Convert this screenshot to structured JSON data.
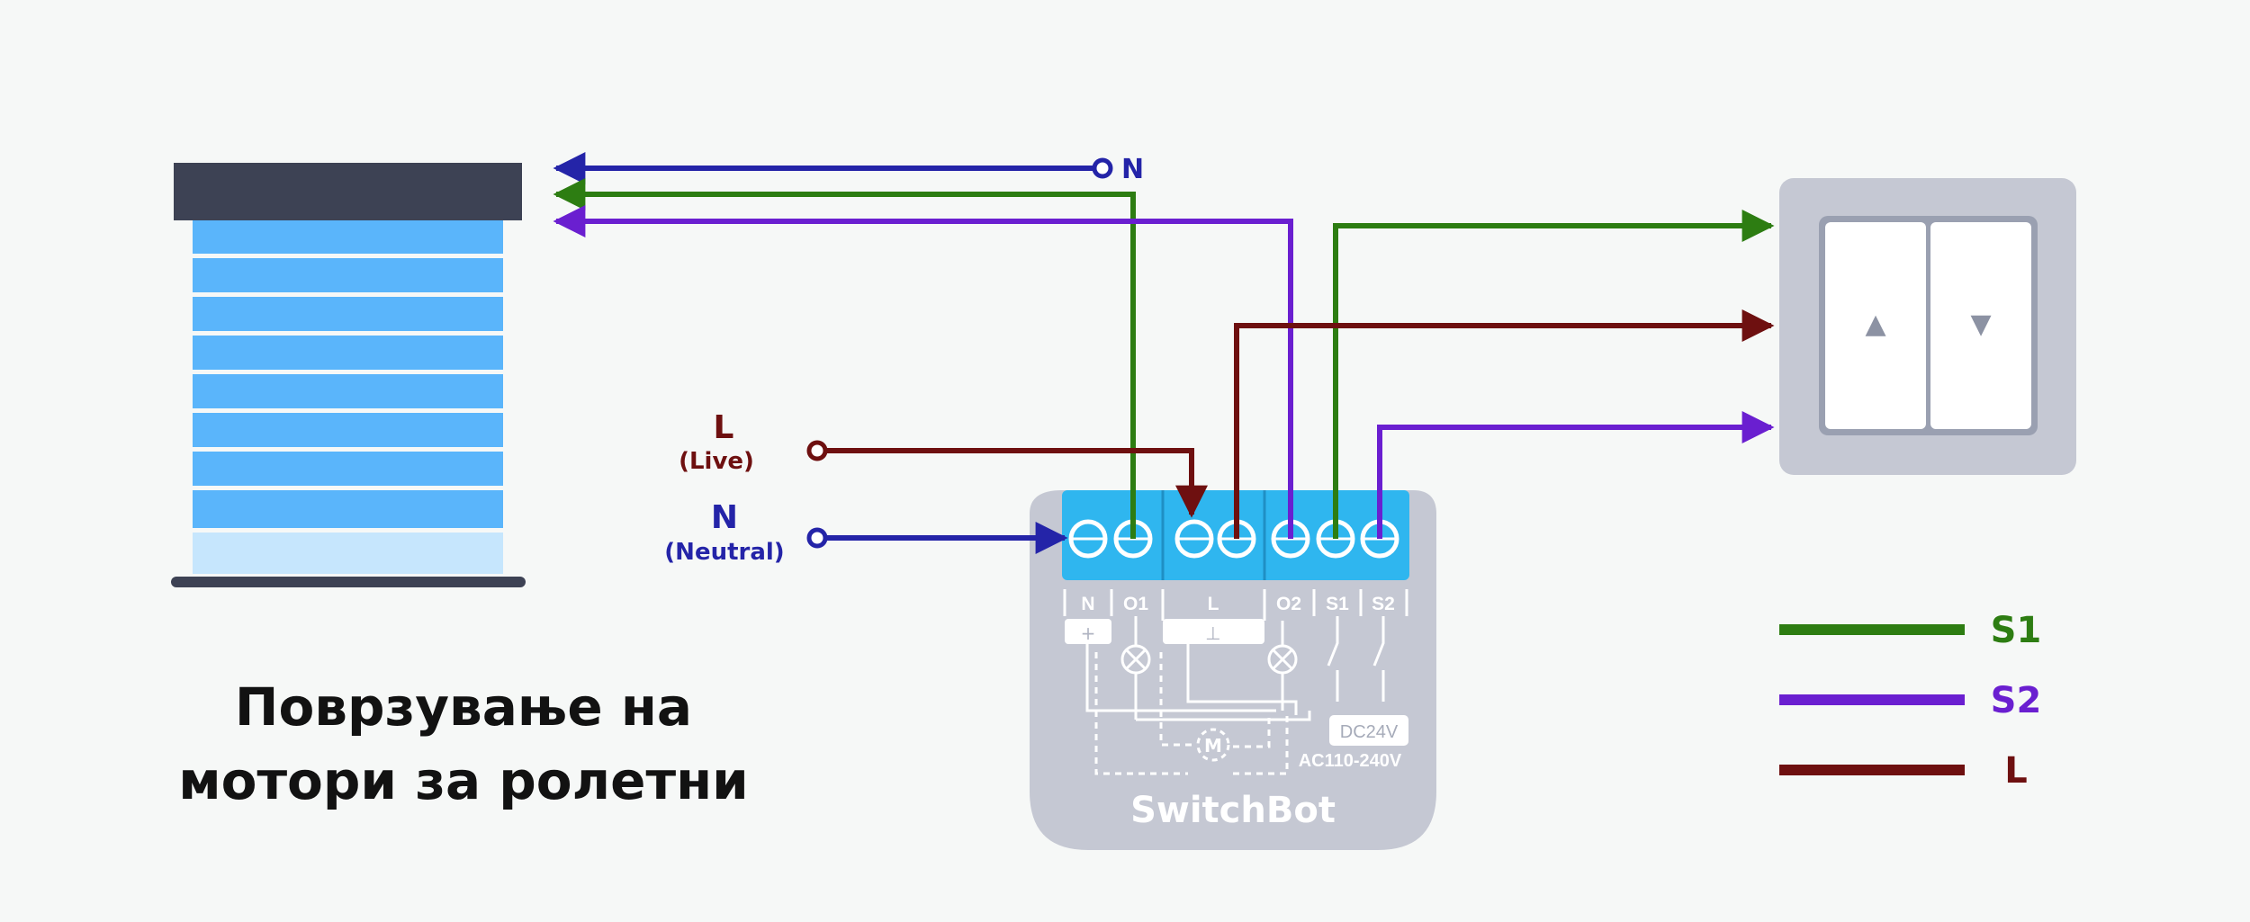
{
  "colors": {
    "s1": "#2d7d12",
    "s2": "#6a1fd0",
    "live": "#6e1010",
    "neutral": "#2424a8",
    "terminal": "#2fb6ef",
    "device": "#c5c8d3",
    "blind_slat": "#5ab5fb",
    "blind_head": "#3d4254"
  },
  "wire_labels": {
    "neutral_top": "N",
    "live_letter": "L",
    "live_word": "(Live)",
    "neutral_letter": "N",
    "neutral_word": "(Neutral)"
  },
  "device": {
    "terminals": [
      "N",
      "O1",
      "L",
      "O2",
      "S1",
      "S2"
    ],
    "dc_label": "DC24V",
    "ac_label": "AC110-240V",
    "motor_label": "M",
    "plus_sign": "+",
    "ground_sign": "⊥",
    "brand": "SwitchBot"
  },
  "switch_panel": {
    "up_symbol": "▲",
    "down_symbol": "▼"
  },
  "legend": [
    {
      "label": "S1",
      "color": "#2d7d12"
    },
    {
      "label": "S2",
      "color": "#6a1fd0"
    },
    {
      "label": "L",
      "color": "#6e1010"
    }
  ],
  "caption": {
    "line1": "Поврзување на",
    "line2": "мотори за ролетни"
  }
}
